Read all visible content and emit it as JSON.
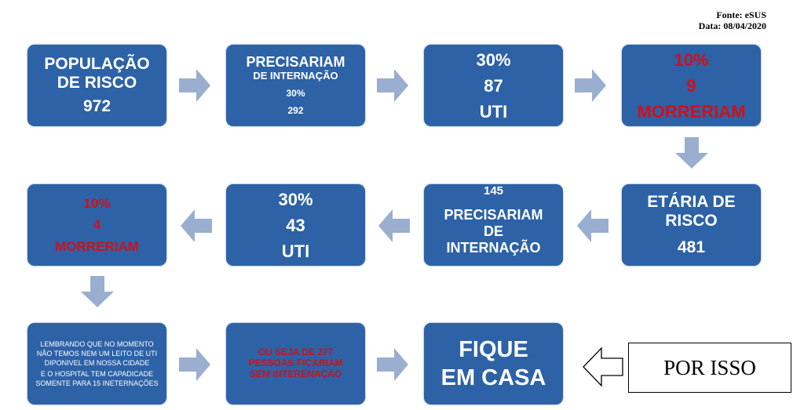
{
  "source": {
    "fonte": "Fonte: eSUS",
    "data": "Data: 08/04/2020"
  },
  "row1": {
    "b1": [
      "POPULAÇÃO",
      "DE RISCO",
      "972"
    ],
    "b2": [
      "PRECISARIAM",
      "DE INTERNAÇÃO",
      "30%",
      "292"
    ],
    "b3": [
      "30%",
      "87",
      "UTI"
    ],
    "b4": [
      "10%",
      "9",
      "MORRERIAM"
    ]
  },
  "row2": {
    "b1": [
      "ETÁRIA DE",
      "RISCO",
      "481"
    ],
    "b2": [
      "145",
      "PRECISARIAM",
      "DE",
      "INTERNAÇÃO"
    ],
    "b3": [
      "30%",
      "43",
      "UTI"
    ],
    "b4": [
      "10%",
      "4",
      "MORRERIAM"
    ]
  },
  "row3": {
    "b1": [
      "LEMBRANDO QUE NO MOMENTO",
      "NÃO TEMOS NEM UM LEITO DE UTI",
      "DIPONIVEL EM NOSSA CIDADE",
      "E O HOSPITAL TEM CAPADICADE",
      "SOMENTE  PARA 15 INETERNAÇÕES"
    ],
    "b2": [
      "OU SEJA DE 277",
      "PESSOAS FICARIAM",
      "SEM  INTERENAÇÃO"
    ],
    "b3": [
      "FIQUE",
      "EM CASA"
    ],
    "por_isso": "POR ISSO"
  },
  "colors": {
    "box": "#2d62a6",
    "arrow": "#9aafcf",
    "alert": "#d0101a"
  }
}
